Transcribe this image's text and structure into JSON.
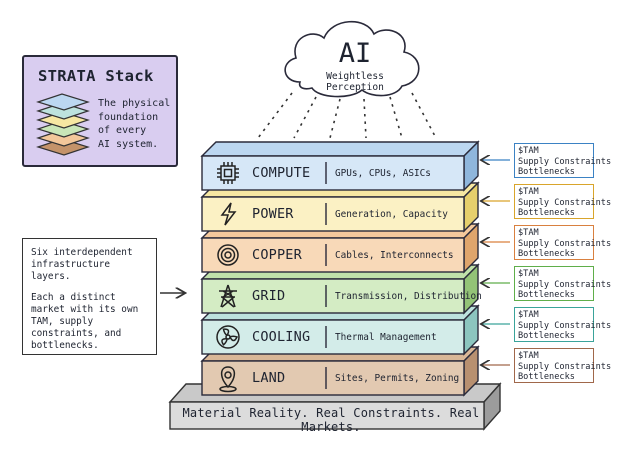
{
  "card": {
    "title": "STRATA Stack",
    "text_lines": [
      "The physical",
      "foundation",
      "of every",
      "AI system."
    ]
  },
  "cloud": {
    "title": "AI",
    "subtitle": "Weightless Perception"
  },
  "note": {
    "para1": "Six interdependent infrastructure layers.",
    "para2": "Each a distinct market with its own TAM, supply constraints, and bottlenecks."
  },
  "layers": [
    {
      "name": "COMPUTE",
      "desc": "GPUs, CPUs, ASICs",
      "icon": "chip-icon",
      "fill": "#d6e7f7",
      "top": "#bcd7f1",
      "side": "#8fb6dc"
    },
    {
      "name": "POWER",
      "desc": "Generation, Capacity",
      "icon": "lightning-icon",
      "fill": "#fbf1c4",
      "top": "#f6e7a2",
      "side": "#e6cf6c"
    },
    {
      "name": "COPPER",
      "desc": "Cables, Interconnects",
      "icon": "cable-icon",
      "fill": "#f8d9b8",
      "top": "#f4c89c",
      "side": "#dfa56c"
    },
    {
      "name": "GRID",
      "desc": "Transmission, Distribution",
      "icon": "tower-icon",
      "fill": "#d4ecc4",
      "top": "#c0e1aa",
      "side": "#93c377"
    },
    {
      "name": "COOLING",
      "desc": "Thermal Management",
      "icon": "fan-icon",
      "fill": "#d3ece9",
      "top": "#bde2de",
      "side": "#8cc5bf"
    },
    {
      "name": "LAND",
      "desc": "Sites, Permits, Zoning",
      "icon": "location-pin-icon",
      "fill": "#e2c9b1",
      "top": "#d9b797",
      "side": "#b89070"
    }
  ],
  "tam_boxes": [
    {
      "l1": "$TAM",
      "l2": "Supply Constraints",
      "l3": "Bottlenecks",
      "color": "#3b82c4"
    },
    {
      "l1": "$TAM",
      "l2": "Supply Constraints",
      "l3": "Bottlenecks",
      "color": "#d9a52b"
    },
    {
      "l1": "$TAM",
      "l2": "Supply Constraints",
      "l3": "Bottlenecks",
      "color": "#d9803f"
    },
    {
      "l1": "$TAM",
      "l2": "Supply Constraints",
      "l3": "Bottlenecks",
      "color": "#5fae4a"
    },
    {
      "l1": "$TAM",
      "l2": "Supply Constraints",
      "l3": "Bottlenecks",
      "color": "#3aa39a"
    },
    {
      "l1": "$TAM",
      "l2": "Supply Constraints",
      "l3": "Bottlenecks",
      "color": "#a0674a"
    }
  ],
  "base": {
    "text": "Material Reality. Real Constraints. Real Markets."
  }
}
